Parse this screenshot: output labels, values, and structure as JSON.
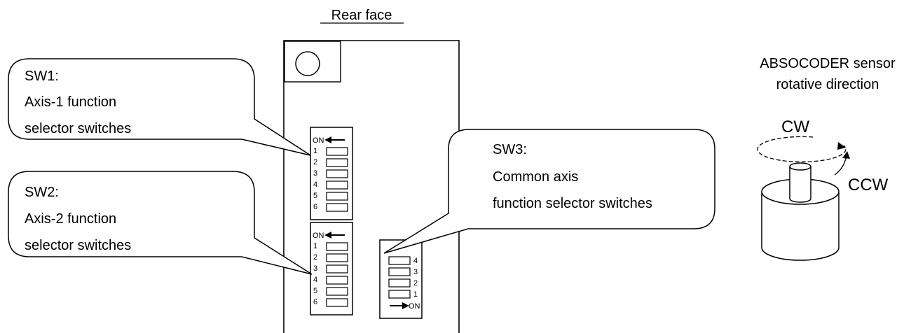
{
  "title": "Rear face",
  "callouts": {
    "sw1": {
      "line1": "SW1:",
      "line2": "Axis-1 function",
      "line3": "selector switches"
    },
    "sw2": {
      "line1": "SW2:",
      "line2": "Axis-2 function",
      "line3": "selector switches"
    },
    "sw3": {
      "line1": "SW3:",
      "line2": "Common axis",
      "line3": "function selector switches"
    }
  },
  "switch_blocks": {
    "sw1": {
      "on_label": "ON",
      "arrow": "left",
      "positions": [
        "1",
        "2",
        "3",
        "4",
        "5",
        "6"
      ]
    },
    "sw2": {
      "on_label": "ON",
      "arrow": "left",
      "positions": [
        "1",
        "2",
        "3",
        "4",
        "5",
        "6"
      ]
    },
    "sw3": {
      "on_label": "ON",
      "arrow": "right",
      "positions": [
        "4",
        "3",
        "2",
        "1"
      ]
    }
  },
  "sensor": {
    "caption_line1": "ABSOCODER sensor",
    "caption_line2": "rotative direction",
    "cw_label": "CW",
    "ccw_label": "CCW"
  }
}
